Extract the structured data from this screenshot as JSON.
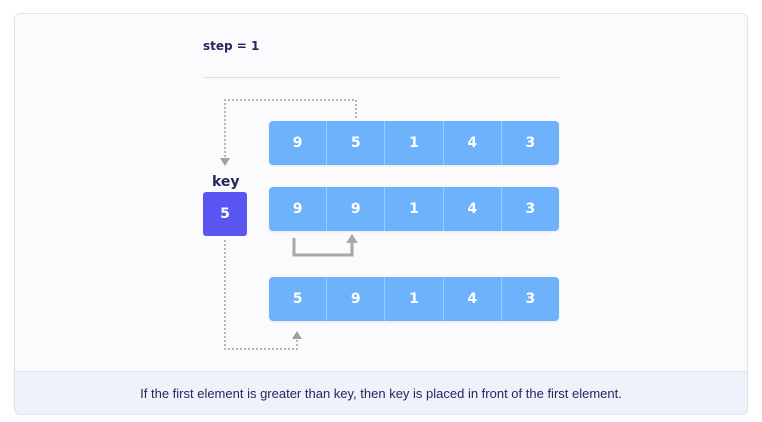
{
  "step": {
    "label": "step = 1"
  },
  "key": {
    "label": "key",
    "value": "5"
  },
  "arrays": [
    [
      "9",
      "5",
      "1",
      "4",
      "3"
    ],
    [
      "9",
      "9",
      "1",
      "4",
      "3"
    ],
    [
      "5",
      "9",
      "1",
      "4",
      "3"
    ]
  ],
  "caption": "If the first element is greater than key, then key is placed in front of the first element.",
  "colors": {
    "cell": "#6eb2fc",
    "key": "#5b55f2",
    "arrow_dotted": "#a0a0a0",
    "arrow_solid": "#a8a8a8",
    "text_dark": "#25265e"
  }
}
